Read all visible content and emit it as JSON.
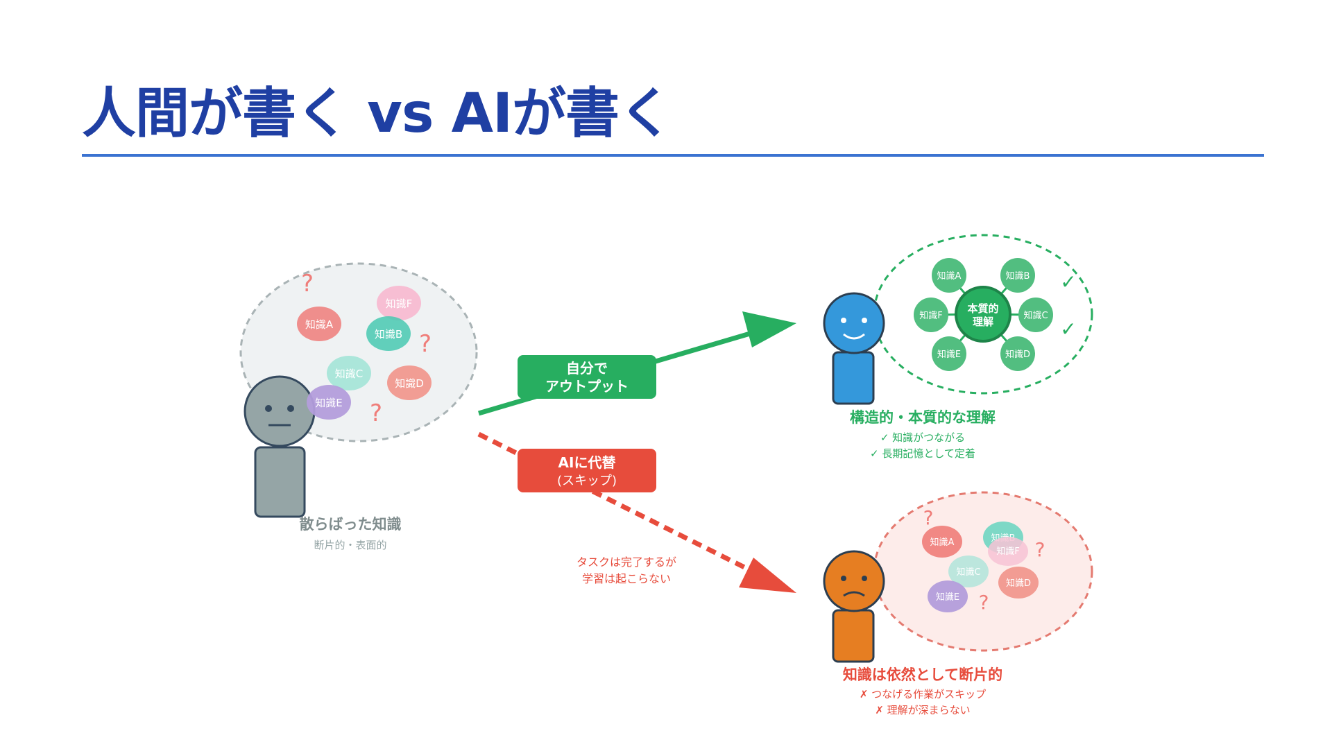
{
  "title": "人間が書く vs AIが書く",
  "colors": {
    "title": "#1f3fa3",
    "rule": "#3b73d1",
    "green": "#27ae60",
    "red": "#e74c3c",
    "gray": "#95a5a6",
    "blue_person": "#3498db",
    "orange_person": "#e67e22"
  },
  "left": {
    "bubbles": {
      "a": "知識A",
      "b": "知識B",
      "c": "知識C",
      "d": "知識D",
      "e": "知識E",
      "f": "知識F"
    },
    "question_mark": "?",
    "caption_title": "散らばった知識",
    "caption_sub": "断片的・表面的"
  },
  "paths": {
    "top_label_line1": "自分で",
    "top_label_line2": "アウトプット",
    "bottom_label_line1": "AIに代替",
    "bottom_label_line2": "(スキップ)",
    "bottom_note_line1": "タスクは完了するが",
    "bottom_note_line2": "学習は起こらない"
  },
  "top_right": {
    "center_line1": "本質的",
    "center_line2": "理解",
    "nodes": {
      "a": "知識A",
      "b": "知識B",
      "c": "知識C",
      "d": "知識D",
      "e": "知識E",
      "f": "知識F"
    },
    "check_mark": "✓",
    "caption_title": "構造的・本質的な理解",
    "caption_line1": "✓ 知識がつながる",
    "caption_line2": "✓ 長期記憶として定着"
  },
  "bottom_right": {
    "bubbles": {
      "a": "知識A",
      "b": "知識B",
      "c": "知識C",
      "d": "知識D",
      "e": "知識E",
      "f": "知識F"
    },
    "question_mark": "?",
    "caption_title": "知識は依然として断片的",
    "caption_line1": "✗ つなげる作業がスキップ",
    "caption_line2": "✗ 理解が深まらない"
  }
}
